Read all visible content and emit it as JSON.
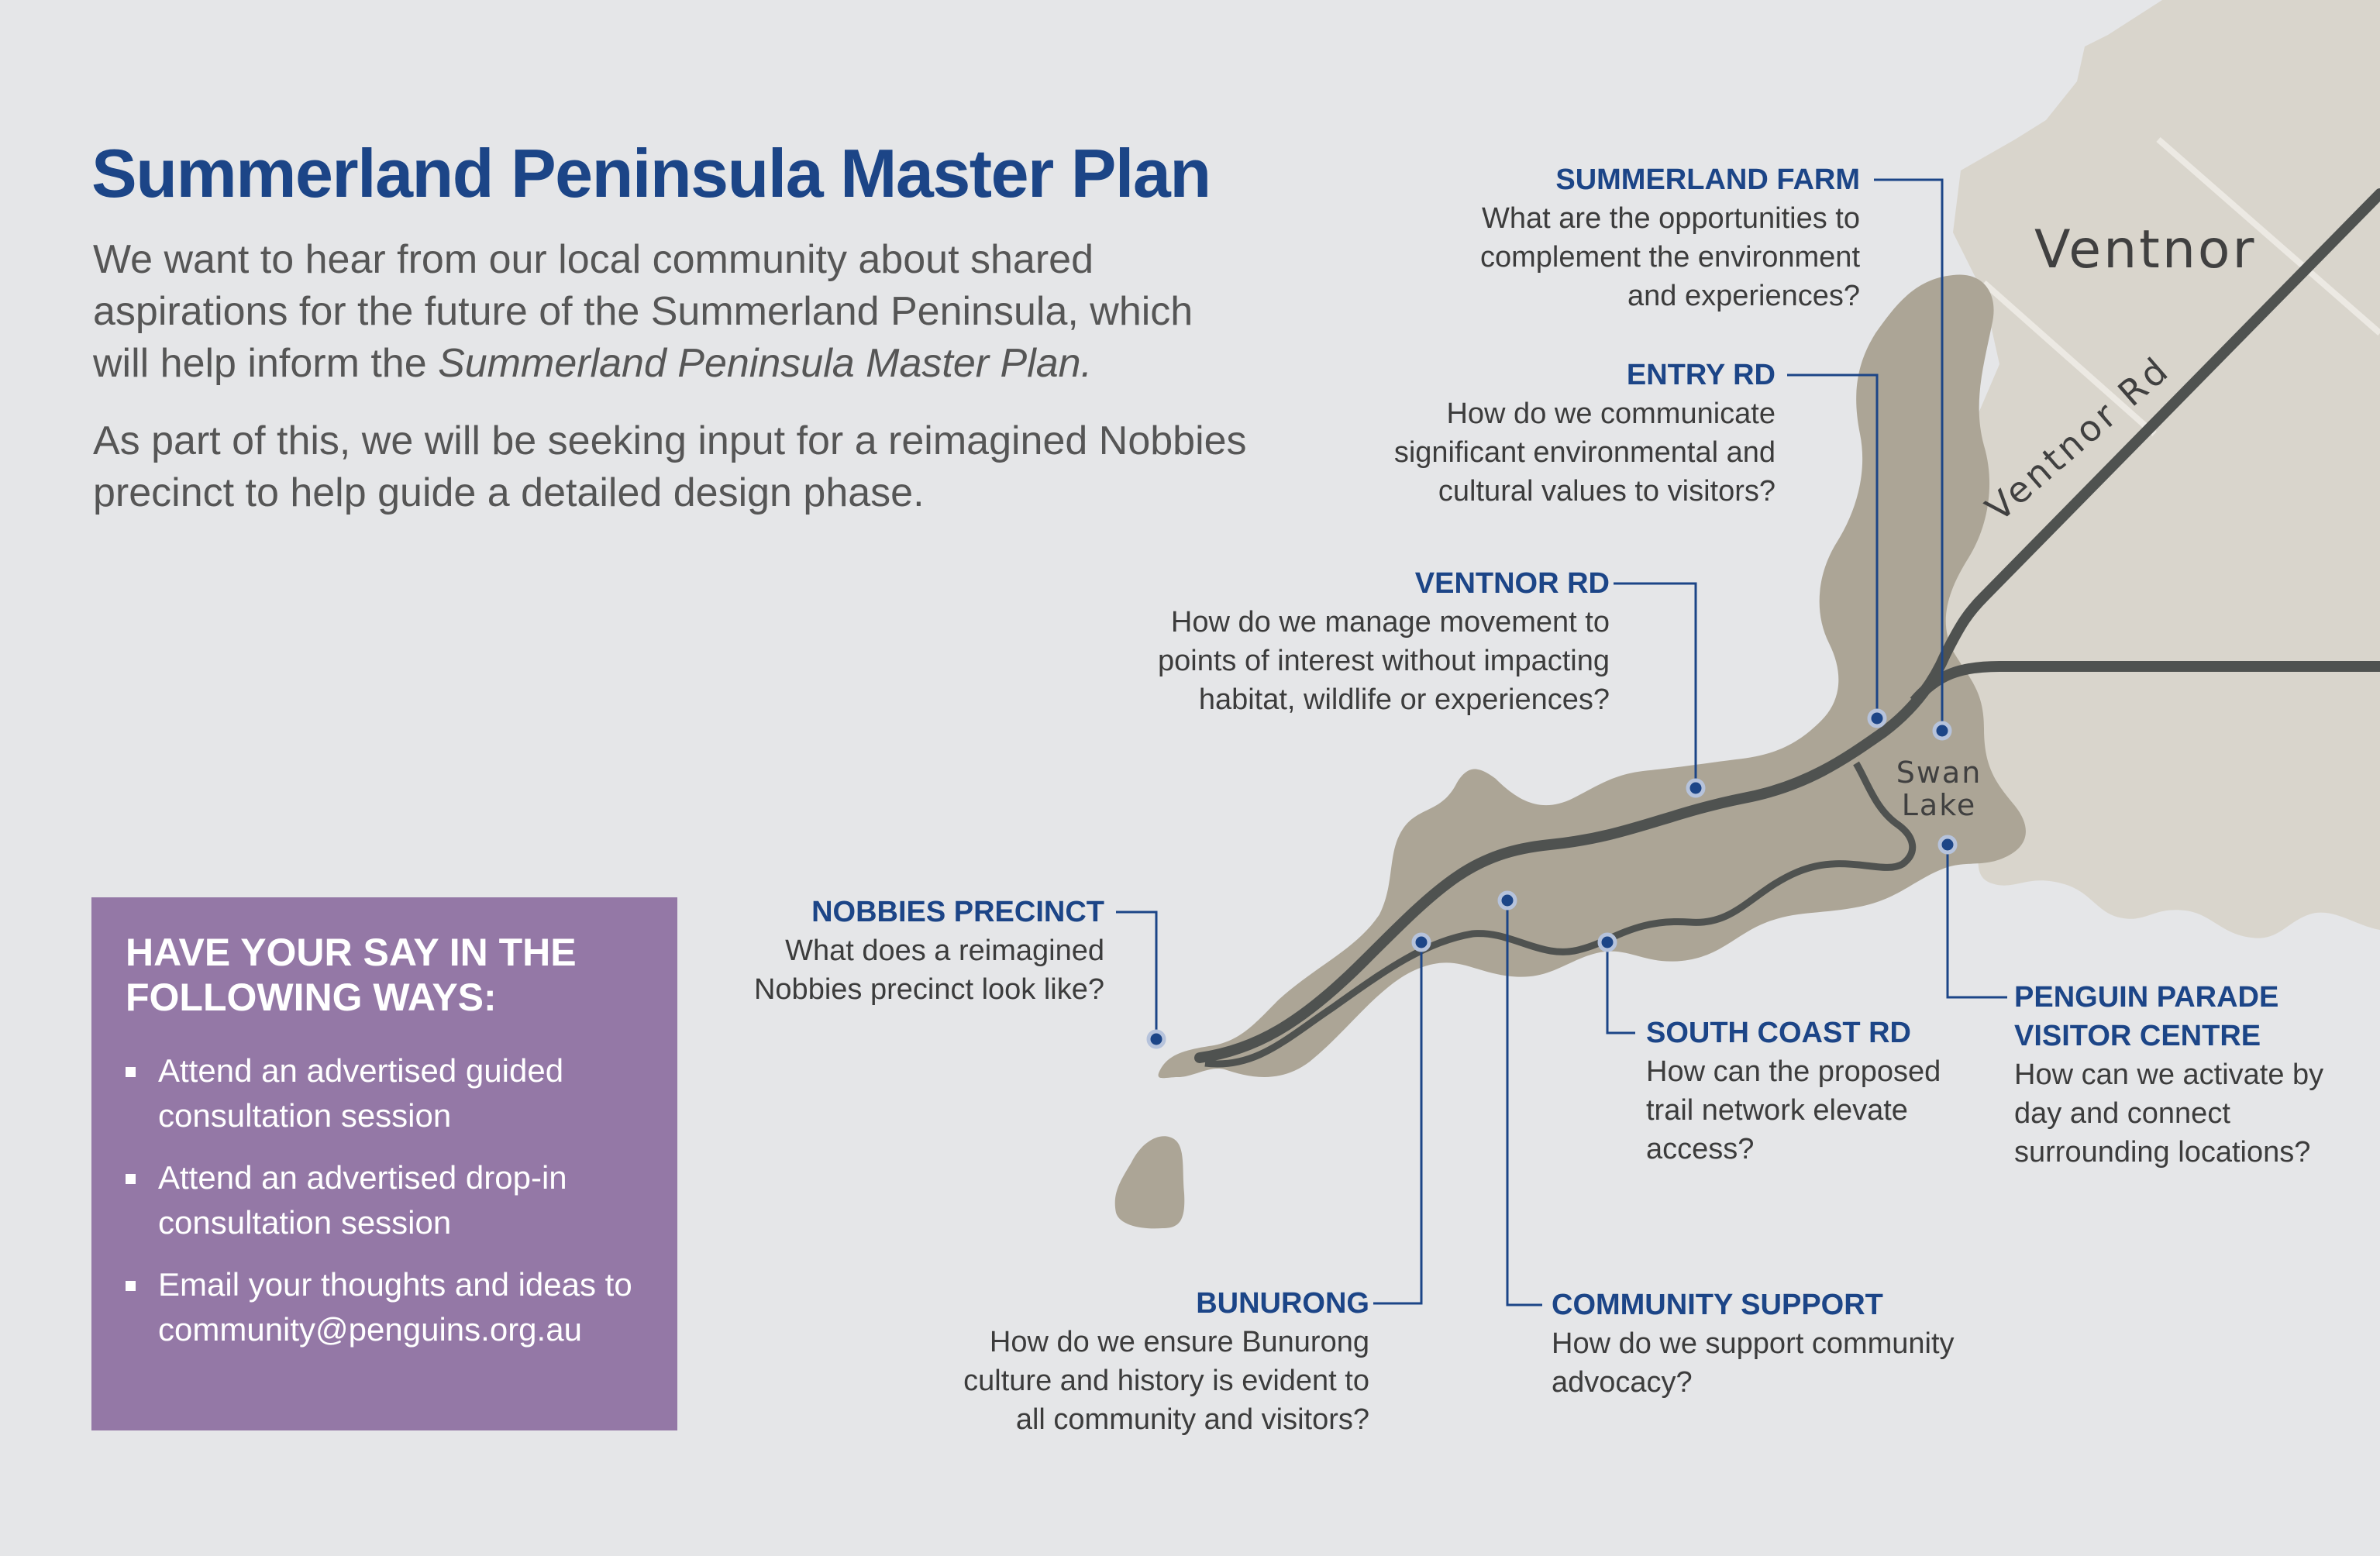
{
  "title": "Summerland Peninsula Master Plan",
  "intro": {
    "p1_before": "We want to hear from our local community about shared aspirations for the future of the Summerland Peninsula, which will help inform the ",
    "p1_italic": "Summerland Peninsula Master Plan.",
    "p2": "As part of this, we will be seeking input for a reimagined Nobbies precinct to help guide a detailed design phase."
  },
  "have_your_say": {
    "heading": "HAVE YOUR SAY IN THE FOLLOWING WAYS:",
    "items": [
      "Attend an advertised guided consultation session",
      "Attend an advertised drop-in consultation session",
      "Email your thoughts and ideas to community@penguins.org.au"
    ]
  },
  "map_labels": {
    "ventnor": "Ventnor",
    "ventnor_rd": "Ventnor Rd",
    "swan_lake_1": "Swan",
    "swan_lake_2": "Lake"
  },
  "callouts": {
    "summerland_farm": {
      "title": "SUMMERLAND FARM",
      "text": "What are the opportunities to complement the environment and experiences?"
    },
    "entry_rd": {
      "title": "ENTRY RD",
      "text": "How do we communicate significant environmental and cultural values to visitors?"
    },
    "ventnor_rd": {
      "title": "VENTNOR RD",
      "text": "How do we manage movement to points of interest without impacting habitat, wildlife or experiences?"
    },
    "nobbies_precinct": {
      "title": "NOBBIES PRECINCT",
      "text": "What does a reimagined Nobbies precinct look like?"
    },
    "south_coast_rd": {
      "title": "SOUTH COAST RD",
      "text": "How can the proposed trail network elevate access?"
    },
    "penguin_parade": {
      "title": "PENGUIN PARADE VISITOR CENTRE",
      "text": "How can we activate by day and connect surrounding locations?"
    },
    "bunurong": {
      "title": "BUNURONG",
      "text": "How do we ensure Bunurong culture and history is evident to all community and visitors?"
    },
    "community_support": {
      "title": "COMMUNITY SUPPORT",
      "text": "How do we support community advocacy?"
    }
  },
  "colors": {
    "title_blue": "#1c4587",
    "box_purple": "#9478a6",
    "land_light": "#d9d5cc",
    "land_dark": "#aca596",
    "road": "#4f5250",
    "background": "#e5e6e8"
  }
}
